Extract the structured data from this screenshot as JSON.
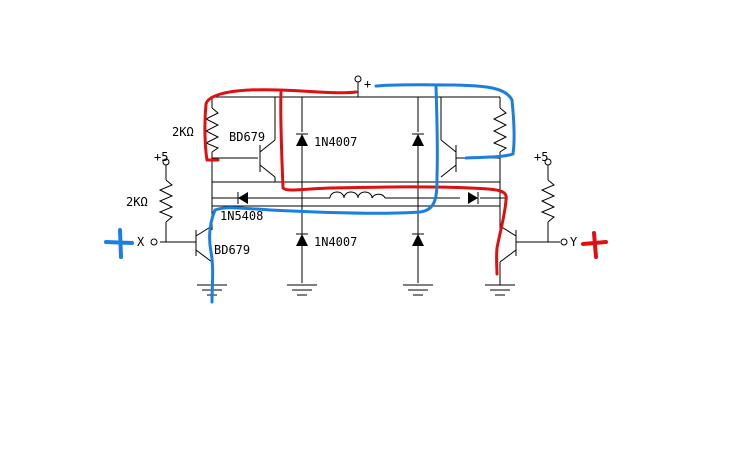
{
  "labels": {
    "supply_plus": "+",
    "res_top_left": "2KΩ",
    "trans_top_left": "BD679",
    "diode_top": "1N4007",
    "diode_mid": "1N5408",
    "diode_bottom": "1N4007",
    "plus5_left": "+5",
    "res_left": "2KΩ",
    "trans_bottom_left": "BD679",
    "plus5_right": "+5",
    "input_x": "X",
    "input_y": "Y"
  },
  "annotations": {
    "left_sign": "+",
    "right_sign": "+",
    "red_color": "#e01010",
    "blue_color": "#1a7fe0"
  }
}
